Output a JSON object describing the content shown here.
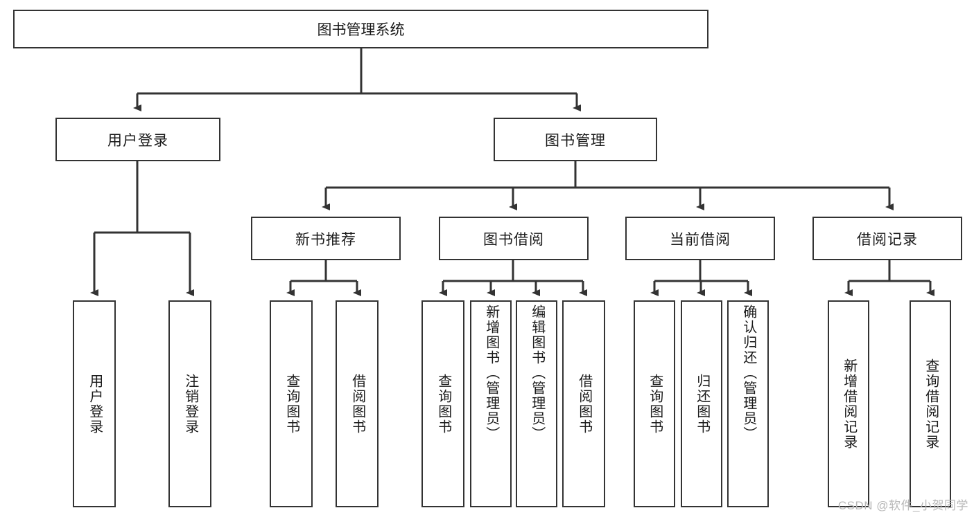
{
  "diagram": {
    "title": "图书管理系统",
    "root": {
      "id": "root",
      "label": "图书管理系统"
    },
    "level1": [
      {
        "id": "user-login",
        "label": "用户登录"
      },
      {
        "id": "book-management",
        "label": "图书管理"
      }
    ],
    "level2": [
      {
        "id": "new-book-recommend",
        "label": "新书推荐"
      },
      {
        "id": "book-borrow",
        "label": "图书借阅"
      },
      {
        "id": "current-borrow",
        "label": "当前借阅"
      },
      {
        "id": "borrow-record",
        "label": "借阅记录"
      }
    ],
    "leaves": {
      "user_login": [
        {
          "id": "leaf-user-login",
          "label": "用户登录"
        },
        {
          "id": "leaf-logout",
          "label": "注销登录"
        }
      ],
      "new_book_recommend": [
        {
          "id": "leaf-query-book-1",
          "label": "查询图书"
        },
        {
          "id": "leaf-borrow-book-1",
          "label": "借阅图书"
        }
      ],
      "book_borrow": [
        {
          "id": "leaf-query-book-2",
          "label": "查询图书"
        },
        {
          "id": "leaf-add-book",
          "label": "新增图书（管理员）"
        },
        {
          "id": "leaf-edit-book",
          "label": "编辑图书（管理员）"
        },
        {
          "id": "leaf-borrow-book-2",
          "label": "借阅图书"
        }
      ],
      "current_borrow": [
        {
          "id": "leaf-query-book-3",
          "label": "查询图书"
        },
        {
          "id": "leaf-return-book",
          "label": "归还图书"
        },
        {
          "id": "leaf-confirm-return",
          "label": "确认归还（管理员）"
        }
      ],
      "borrow_record": [
        {
          "id": "leaf-add-record",
          "label": "新增借阅记录"
        },
        {
          "id": "leaf-query-record",
          "label": "查询借阅记录"
        }
      ]
    }
  },
  "watermark": "CSDN @软件_小贺同学",
  "colors": {
    "stroke": "#333333",
    "background": "#ffffff",
    "text": "#1a1a1a",
    "watermark": "#b8b8b8"
  }
}
